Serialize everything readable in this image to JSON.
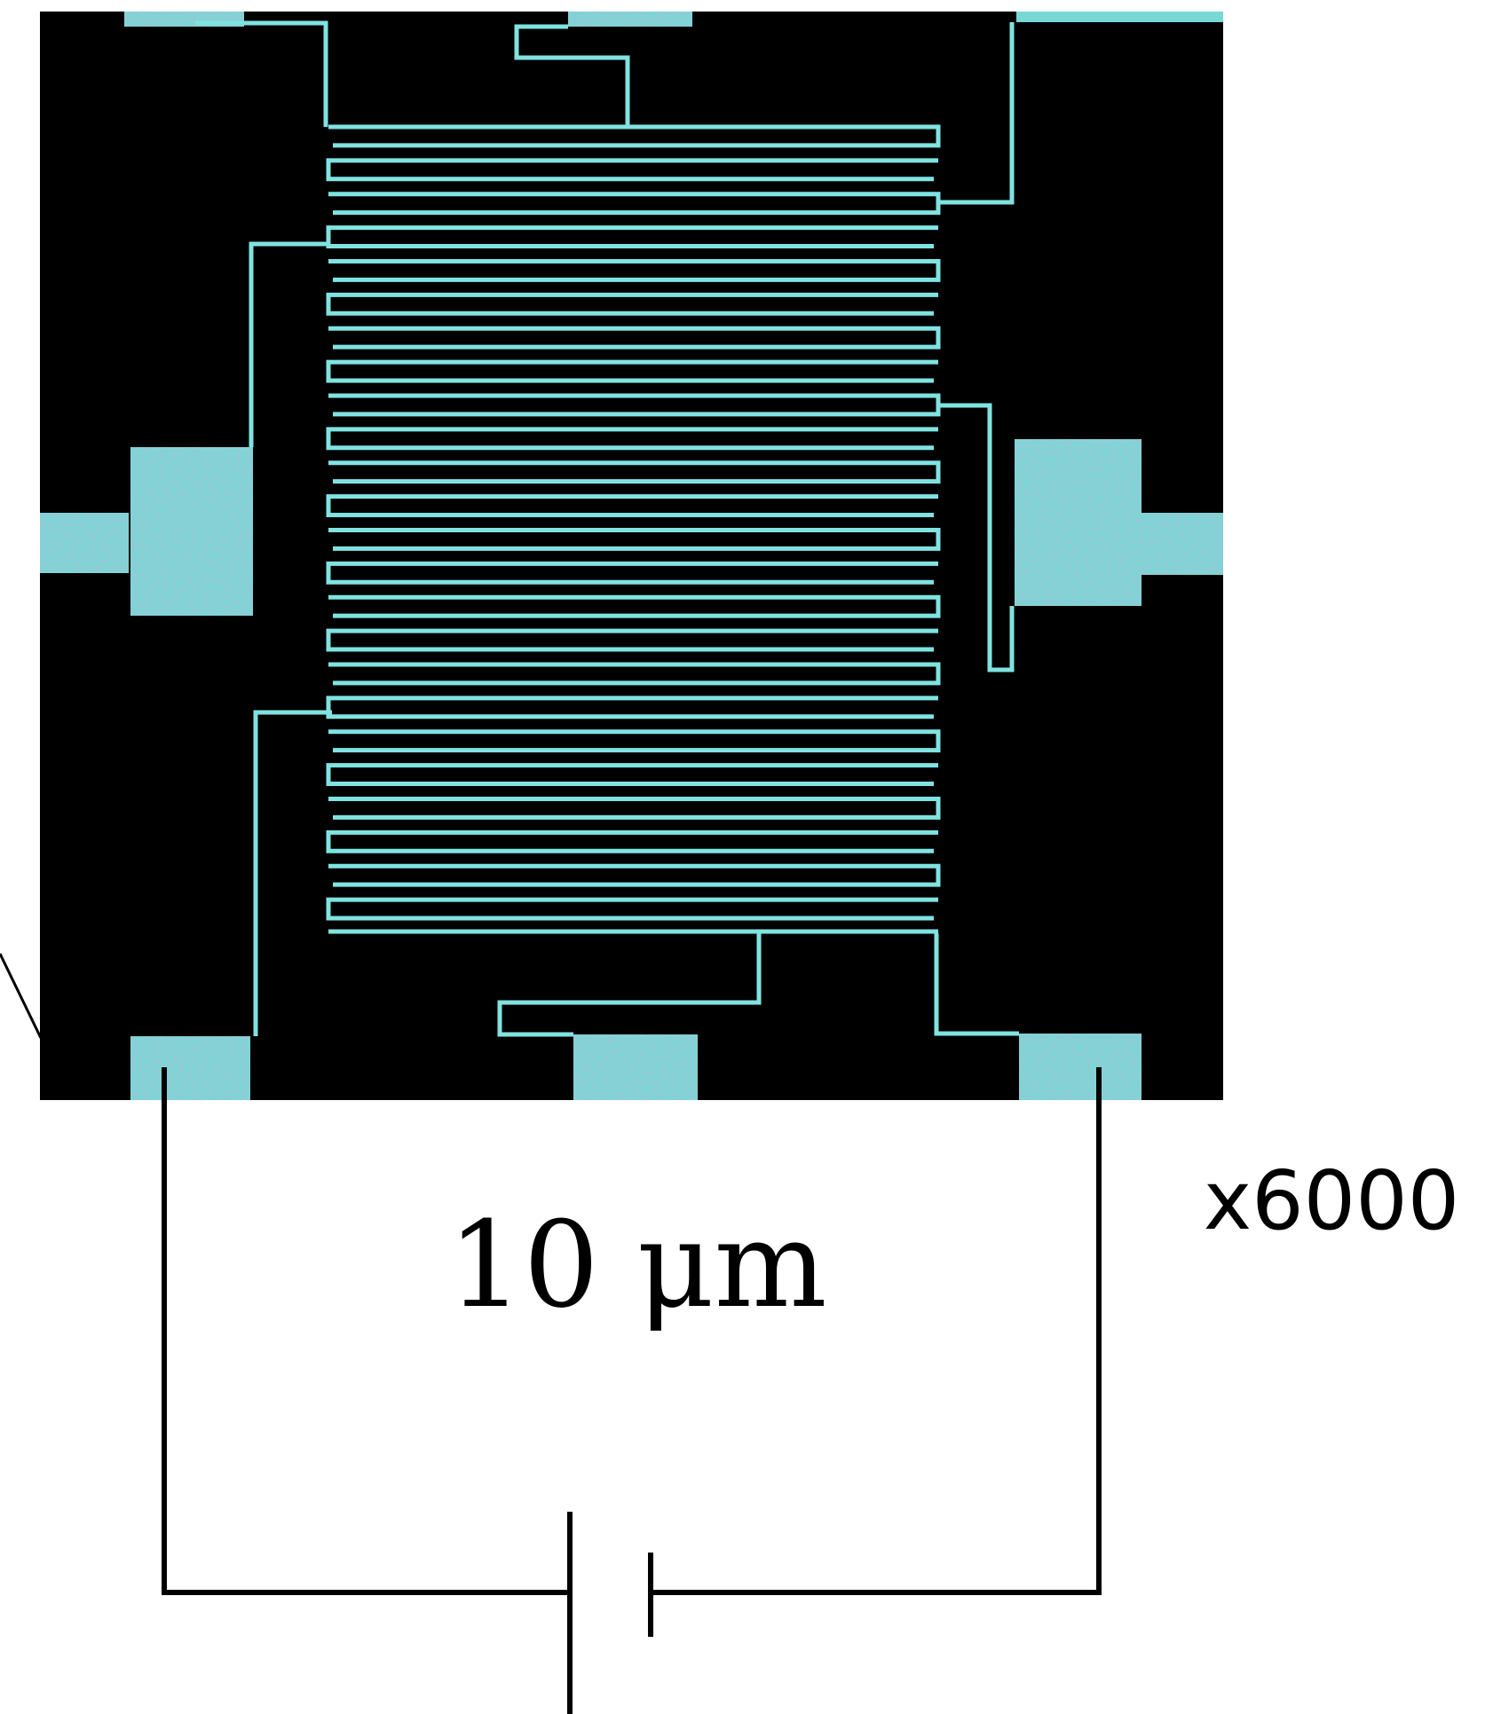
{
  "scale_bar_label": "10 μm",
  "magnification_label": "x6000",
  "micrograph": {
    "finger_pair_count": 12,
    "colors": {
      "background": "#000000",
      "electrode": "#7fe3e1",
      "pad": "#78d8d6",
      "pad_noise": "#6a7fa8",
      "circuit_wire": "#000000"
    }
  },
  "circuit": {
    "battery_symbol": "battery-icon"
  }
}
